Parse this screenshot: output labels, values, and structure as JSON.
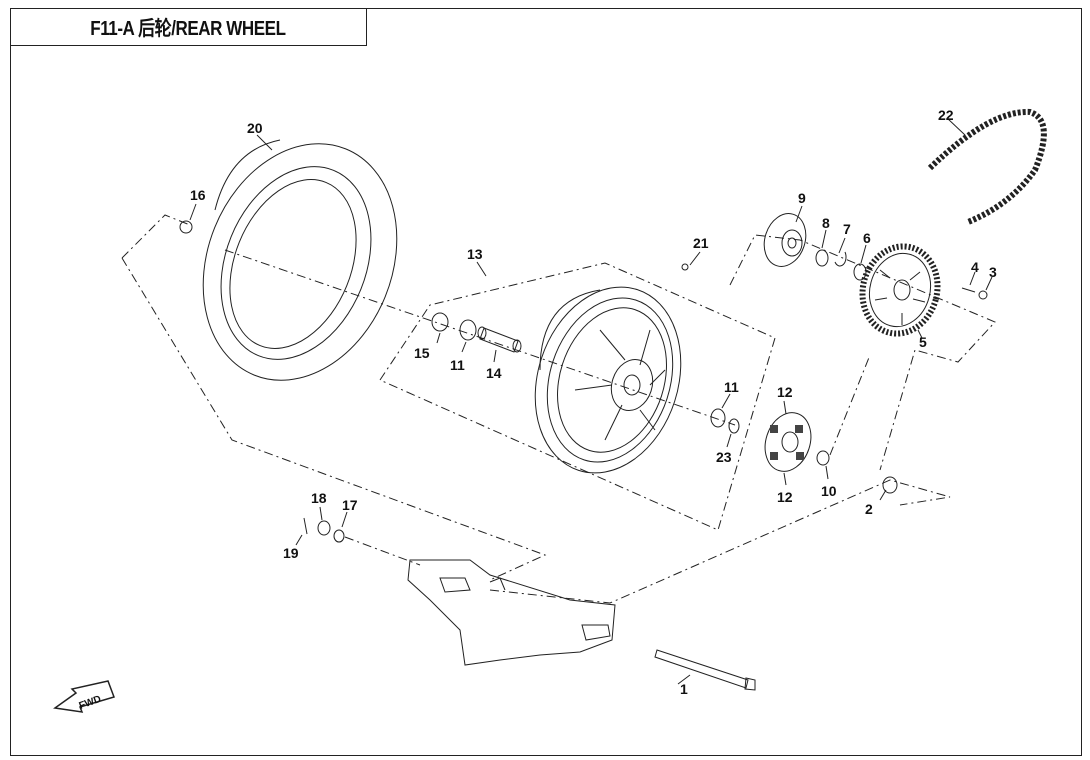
{
  "title": "F11-A 后轮/REAR WHEEL",
  "fwd_label": "FWD",
  "parts": [
    {
      "id": "p1",
      "label": "1"
    },
    {
      "id": "p2",
      "label": "2"
    },
    {
      "id": "p3",
      "label": "3"
    },
    {
      "id": "p4",
      "label": "4"
    },
    {
      "id": "p5",
      "label": "5"
    },
    {
      "id": "p6",
      "label": "6"
    },
    {
      "id": "p7",
      "label": "7"
    },
    {
      "id": "p8",
      "label": "8"
    },
    {
      "id": "p9",
      "label": "9"
    },
    {
      "id": "p10",
      "label": "10"
    },
    {
      "id": "p11a",
      "label": "11"
    },
    {
      "id": "p11b",
      "label": "11"
    },
    {
      "id": "p12a",
      "label": "12"
    },
    {
      "id": "p12b",
      "label": "12"
    },
    {
      "id": "p13",
      "label": "13"
    },
    {
      "id": "p14",
      "label": "14"
    },
    {
      "id": "p15",
      "label": "15"
    },
    {
      "id": "p16",
      "label": "16"
    },
    {
      "id": "p17",
      "label": "17"
    },
    {
      "id": "p18",
      "label": "18"
    },
    {
      "id": "p19",
      "label": "19"
    },
    {
      "id": "p20",
      "label": "20"
    },
    {
      "id": "p21",
      "label": "21"
    },
    {
      "id": "p22",
      "label": "22"
    },
    {
      "id": "p23",
      "label": "23"
    }
  ]
}
